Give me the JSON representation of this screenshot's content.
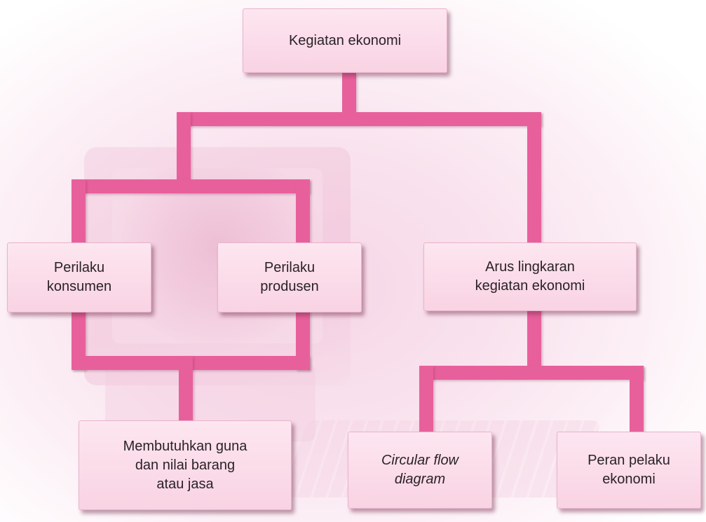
{
  "diagram": {
    "nodes": {
      "root": {
        "label": "Kegiatan ekonomi"
      },
      "perilaku_konsumen": {
        "label": "Perilaku\nkonsumen"
      },
      "perilaku_produsen": {
        "label": "Perilaku\nprodusen"
      },
      "arus_lingkaran": {
        "label": "Arus lingkaran\nkegiatan ekonomi"
      },
      "membutuhkan_guna": {
        "label": "Membutuhkan guna\ndan nilai barang\natau jasa"
      },
      "circular_flow": {
        "label": "Circular flow\ndiagram"
      },
      "peran_pelaku": {
        "label": "Peran pelaku\nekonomi"
      }
    },
    "edges": [
      {
        "from": "Kegiatan ekonomi",
        "to": "Perilaku konsumen"
      },
      {
        "from": "Kegiatan ekonomi",
        "to": "Perilaku produsen"
      },
      {
        "from": "Kegiatan ekonomi",
        "to": "Arus lingkaran kegiatan ekonomi"
      },
      {
        "from": "Perilaku konsumen",
        "to": "Membutuhkan guna dan nilai barang atau jasa"
      },
      {
        "from": "Perilaku produsen",
        "to": "Membutuhkan guna dan nilai barang atau jasa"
      },
      {
        "from": "Arus lingkaran kegiatan ekonomi",
        "to": "Circular flow diagram"
      },
      {
        "from": "Arus lingkaran kegiatan ekonomi",
        "to": "Peran pelaku ekonomi"
      }
    ],
    "colors": {
      "connector": "#e8609b",
      "box_fill": "#fbdcea",
      "box_border": "#eab3cb",
      "text": "#2a2226"
    }
  }
}
